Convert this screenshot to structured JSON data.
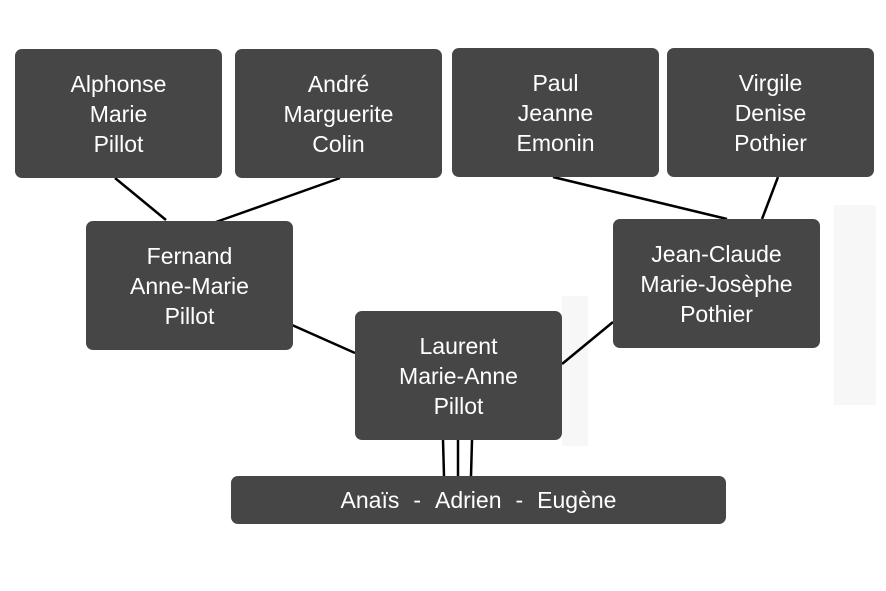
{
  "tree": {
    "grandparents": [
      {
        "id": "gp1",
        "lines": [
          "Alphonse",
          "Marie",
          "Pillot"
        ]
      },
      {
        "id": "gp2",
        "lines": [
          "André",
          "Marguerite",
          "Colin"
        ]
      },
      {
        "id": "gp3",
        "lines": [
          "Paul",
          "Jeanne",
          "Emonin"
        ]
      },
      {
        "id": "gp4",
        "lines": [
          "Virgile",
          "Denise",
          "Pothier"
        ]
      }
    ],
    "parents": [
      {
        "id": "p1",
        "lines": [
          "Fernand",
          "Anne-Marie",
          "Pillot"
        ]
      },
      {
        "id": "p2",
        "lines": [
          "Jean-Claude",
          "Marie-Josèphe",
          "Pothier"
        ]
      }
    ],
    "couple": {
      "id": "c",
      "lines": [
        "Laurent",
        "Marie-Anne",
        "Pillot"
      ]
    },
    "children": {
      "names": [
        "Anaïs",
        "Adrien",
        "Eugène"
      ],
      "separator": "-"
    }
  },
  "colors": {
    "box_fill": "#464646",
    "box_text": "#ffffff",
    "connector": "#000000",
    "background": "#ffffff"
  }
}
